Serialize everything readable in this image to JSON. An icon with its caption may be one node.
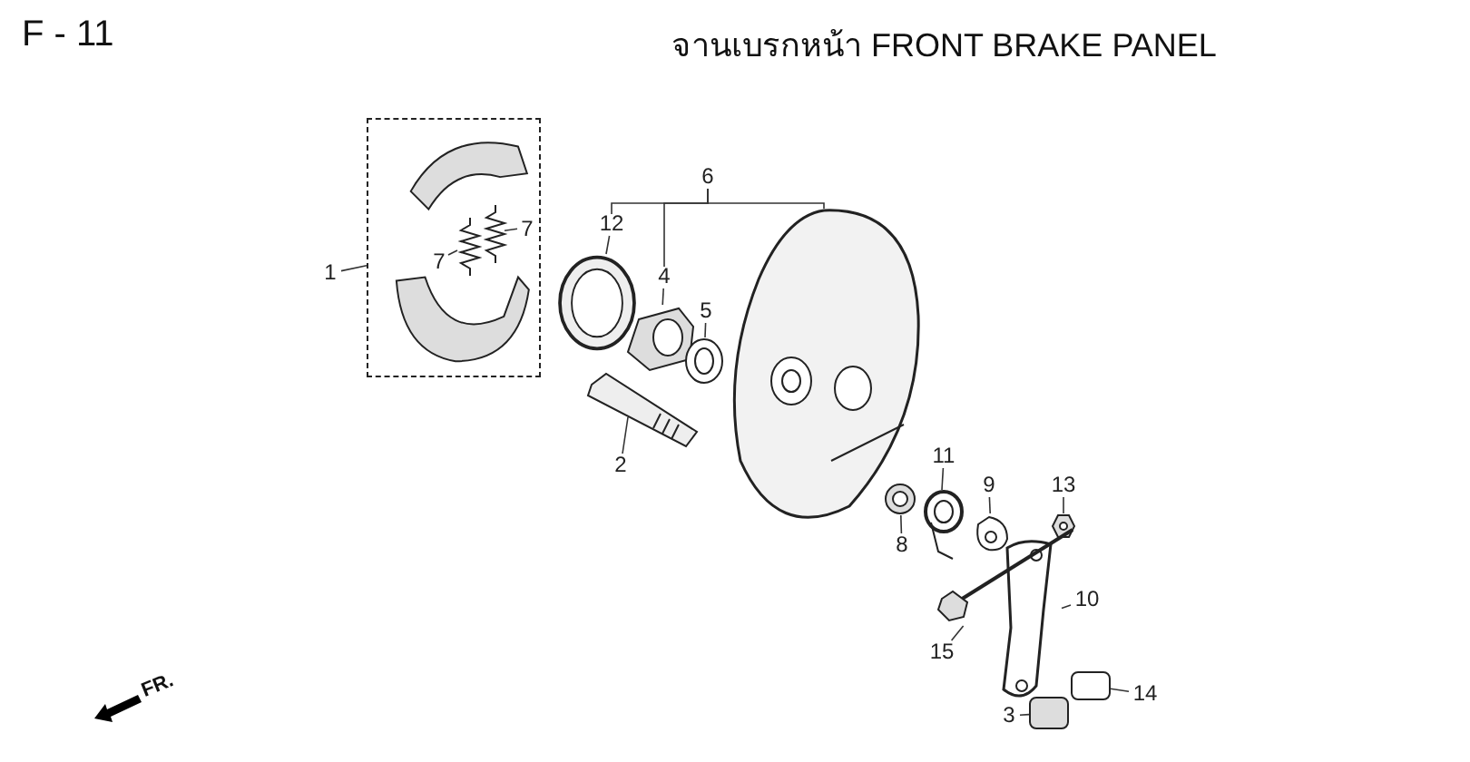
{
  "diagram": {
    "title": "จานเบรกหน้า FRONT BRAKE PANEL",
    "nodes": [
      {
        "text": [
          "1"
        ]
      },
      {
        "text": [],
        "shape": "picture"
      },
      {
        "text": [
          "7"
        ],
        "in": 1
      },
      {
        "text": [],
        "shape": "picture",
        "in": 1
      },
      {
        "text": [
          "7"
        ],
        "in": 1
      },
      {
        "text": [],
        "shape": "picture",
        "in": 1
      },
      {
        "text": [
          "12"
        ]
      },
      {
        "text": [],
        "shape": "picture"
      },
      {
        "text": [
          "6"
        ]
      },
      {
        "text": [
          "4"
        ]
      },
      {
        "text": [],
        "shape": "picture"
      },
      {
        "text": [
          "5"
        ]
      },
      {
        "text": [],
        "shape": "picture"
      },
      {
        "text": [],
        "shape": "picture"
      },
      {
        "text": [
          "2"
        ]
      },
      {
        "text": [],
        "shape": "picture"
      },
      {
        "text": [
          "11"
        ]
      },
      {
        "text": [],
        "shape": "picture"
      },
      {
        "text": [
          "9"
        ]
      },
      {
        "text": [],
        "shape": "picture"
      },
      {
        "text": [
          "13"
        ]
      },
      {
        "text": [],
        "shape": "picture"
      },
      {
        "text": [
          "8"
        ]
      },
      {
        "text": [],
        "shape": "picture"
      },
      {
        "text": [
          "10"
        ]
      },
      {
        "text": [],
        "shape": "picture"
      },
      {
        "text": [
          "15"
        ]
      },
      {
        "text": [],
        "shape": "picture"
      },
      {
        "text": [
          "3"
        ]
      },
      {
        "text": [],
        "shape": "box"
      },
      {
        "text": [
          "14"
        ]
      },
      {
        "text": [],
        "shape": "box"
      }
    ],
    "edges": [
      {
        "from": 0,
        "to": 1,
        "arrow": "none"
      },
      {
        "from": 2,
        "to": 5,
        "arrow": "none"
      },
      {
        "from": 4,
        "to": 3,
        "arrow": "none"
      },
      {
        "from": 6,
        "to": 7,
        "arrow": "none"
      },
      {
        "from": 8,
        "to": 13,
        "arrow": "none"
      },
      {
        "from": 8,
        "to": 6,
        "arrow": "none"
      },
      {
        "from": 8,
        "to": 9,
        "arrow": "none"
      },
      {
        "from": 9,
        "to": 10,
        "arrow": "none"
      },
      {
        "from": 11,
        "to": 12,
        "arrow": "none"
      },
      {
        "from": 14,
        "to": 15,
        "arrow": "none"
      },
      {
        "from": 16,
        "to": 17,
        "arrow": "none"
      },
      {
        "from": 18,
        "to": 19,
        "arrow": "none"
      },
      {
        "from": 20,
        "to": 21,
        "arrow": "none"
      },
      {
        "from": 22,
        "to": 23,
        "arrow": "none"
      },
      {
        "from": 24,
        "to": 25,
        "arrow": "none"
      },
      {
        "from": 26,
        "to": 27,
        "arrow": "none"
      },
      {
        "from": 28,
        "to": 29,
        "arrow": "none"
      },
      {
        "from": 30,
        "to": 31,
        "arrow": "none"
      }
    ],
    "labels": [
      "F - 11",
      "FR."
    ]
  }
}
